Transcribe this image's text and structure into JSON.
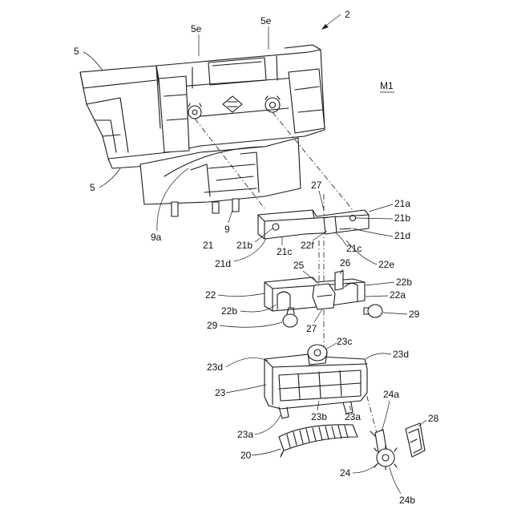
{
  "figure": {
    "figure_number": "2",
    "figure_label": "M1"
  },
  "labels": {
    "l5_top": "5",
    "l5e_left": "5e",
    "l5e_right": "5e",
    "l5_bottom": "5",
    "l9a": "9a",
    "l9": "9",
    "l27_top": "27",
    "l21a": "21a",
    "l21b_right": "21b",
    "l21d_right": "21d",
    "l21": "21",
    "l21b_left": "21b",
    "l21c_left": "21c",
    "l22f": "22f",
    "l21c_right": "21c",
    "l21d_left": "21d",
    "l25": "25",
    "l26": "26",
    "l22e": "22e",
    "l22b_right": "22b",
    "l22": "22",
    "l22a": "22a",
    "l22b_left": "22b",
    "l29_left": "29",
    "l27_bottom": "27",
    "l29_right": "29",
    "l23c": "23c",
    "l23d_right": "23d",
    "l23d_left": "23d",
    "l23": "23",
    "l24a": "24a",
    "l23b": "23b",
    "l23a_right": "23a",
    "l28": "28",
    "l23a_left": "23a",
    "l20": "20",
    "l24": "24",
    "l24b": "24b"
  }
}
